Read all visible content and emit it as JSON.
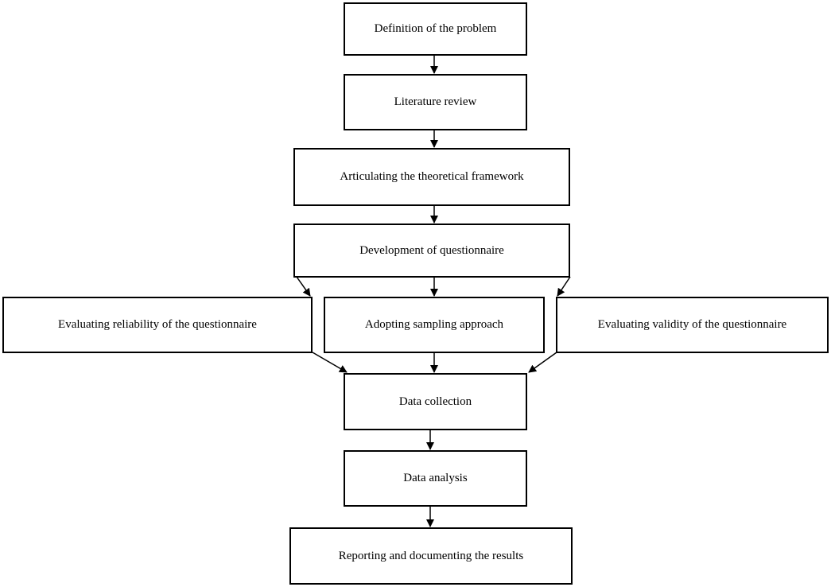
{
  "steps": {
    "definition": "Definition of the problem",
    "literature": "Literature review",
    "framework": "Articulating the theoretical framework",
    "questionnaire": "Development of questionnaire",
    "reliability": "Evaluating reliability of the questionnaire",
    "sampling": "Adopting sampling approach",
    "validity": "Evaluating validity of the questionnaire",
    "collection": "Data collection",
    "analysis": "Data analysis",
    "reporting": "Reporting and documenting the results"
  },
  "colors": {
    "stroke": "#000000",
    "background": "#ffffff"
  }
}
